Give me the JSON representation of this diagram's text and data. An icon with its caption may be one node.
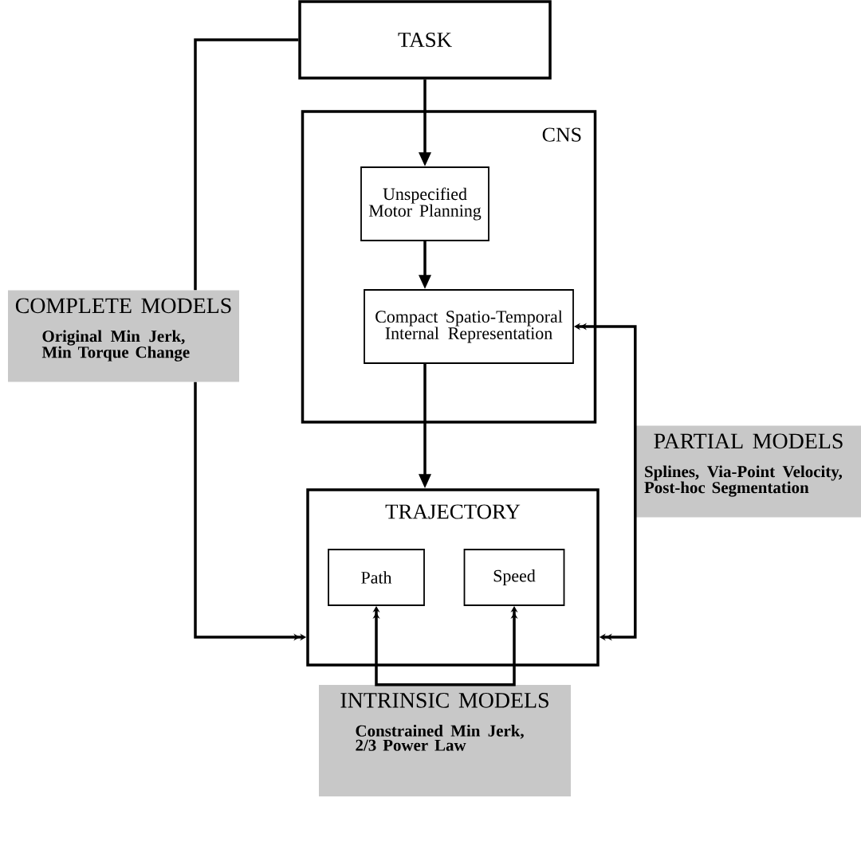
{
  "diagram": {
    "nodes": [
      {
        "text": [
          "TASK"
        ]
      },
      {
        "text": [
          "CNS"
        ]
      },
      {
        "text": [
          "Unspecified Motor Planning"
        ],
        "in": 1
      },
      {
        "text": [
          "Compact Spatio-Temporal Internal Representation"
        ],
        "in": 1
      },
      {
        "text": [
          "TRAJECTORY"
        ]
      },
      {
        "text": [
          "Path"
        ],
        "in": 4
      },
      {
        "text": [
          "Speed"
        ],
        "in": 4
      },
      {
        "text": [
          "COMPLETE MODELS",
          "Original Min Jerk, Min Torque Change"
        ]
      },
      {
        "text": [
          "PARTIAL MODELS",
          "Splines, Via-Point Velocity, Post-hoc Segmentation"
        ]
      },
      {
        "text": [
          "INTRINSIC MODELS",
          "Constrained Min Jerk, 2/3 Power Law"
        ]
      }
    ],
    "edges": [
      {
        "from": 0,
        "to": 2,
        "arrow": "to"
      },
      {
        "from": 2,
        "to": 3,
        "arrow": "to"
      },
      {
        "from": 3,
        "to": 4,
        "arrow": "to"
      },
      {
        "from": 0,
        "to": 7,
        "arrow": "none"
      },
      {
        "from": 7,
        "to": 4,
        "arrow": "to"
      },
      {
        "from": 8,
        "to": 3,
        "arrow": "to"
      },
      {
        "from": 8,
        "to": 4,
        "arrow": "to"
      },
      {
        "from": 9,
        "to": 5,
        "arrow": "to"
      },
      {
        "from": 9,
        "to": 6,
        "arrow": "to"
      }
    ]
  }
}
